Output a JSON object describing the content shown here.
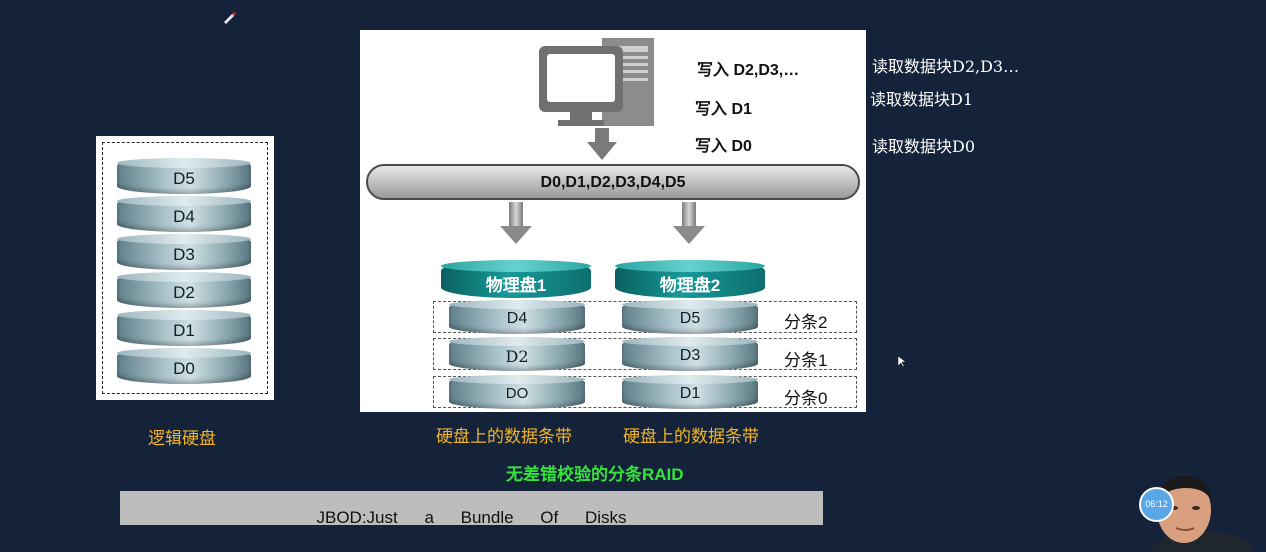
{
  "logical_disk": {
    "blocks": [
      "D5",
      "D4",
      "D3",
      "D2",
      "D1",
      "D0"
    ],
    "caption": "逻辑硬盘"
  },
  "writes": [
    "写入 D2,D3,…",
    "写入 D1",
    "写入 D0"
  ],
  "reads": [
    "读取数据块D2,D3…",
    "读取数据块D1",
    "读取数据块D0"
  ],
  "data_bar": "D0,D1,D2,D3,D4,D5",
  "physical_disks": [
    {
      "name": "物理盘1",
      "blocks": [
        "D4",
        "D2",
        "DO"
      ],
      "caption": "硬盘上的数据条带"
    },
    {
      "name": "物理盘2",
      "blocks": [
        "D5",
        "D3",
        "D1"
      ],
      "caption": "硬盘上的数据条带"
    }
  ],
  "stripes": [
    "分条2",
    "分条1",
    "分条0"
  ],
  "title": "无差错校验的分条RAID",
  "jbod": "JBOD:Just a Bundle Of Disks",
  "timer": "06:12",
  "colors": {
    "background": "#14223a",
    "caption": "#f0b429",
    "title": "#37e23a",
    "disk_head": "#179a98"
  }
}
